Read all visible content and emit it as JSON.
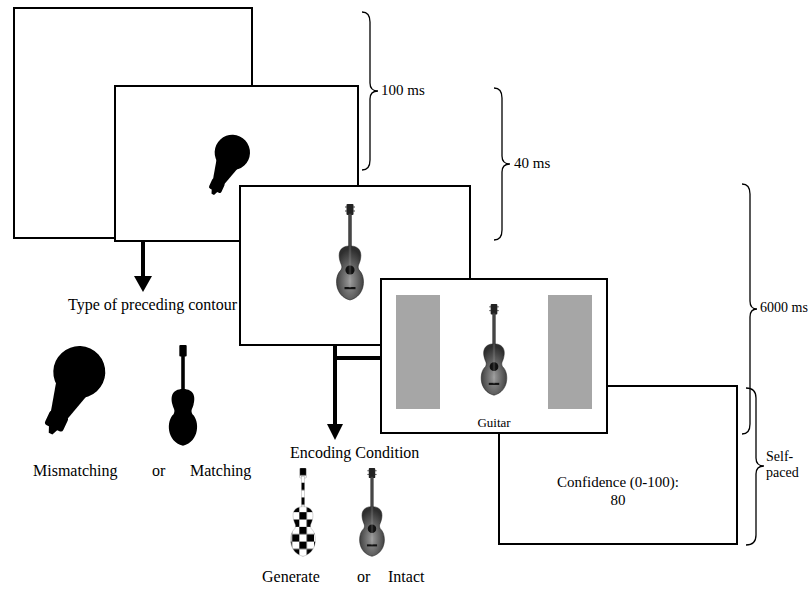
{
  "diagram": {
    "nodes": [
      {
        "text": [
          "Guitar"
        ]
      },
      {
        "text": [
          "Confidence (0-100):",
          "80"
        ]
      }
    ],
    "edges": [],
    "labels": [
      "100 ms",
      "40 ms",
      "6000 ms",
      "Self-paced",
      "Type of preceding contour",
      "Mismatching",
      "or",
      "Matching",
      "Encoding Condition",
      "Generate",
      "or",
      "Intact"
    ]
  }
}
